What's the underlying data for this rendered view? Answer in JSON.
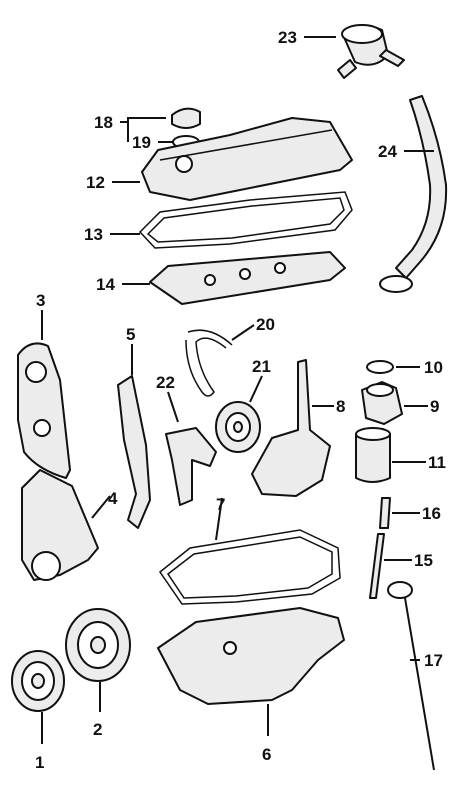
{
  "callouts": [
    {
      "id": "1",
      "label": "1"
    },
    {
      "id": "2",
      "label": "2"
    },
    {
      "id": "3",
      "label": "3"
    },
    {
      "id": "4",
      "label": "4"
    },
    {
      "id": "5",
      "label": "5"
    },
    {
      "id": "6",
      "label": "6"
    },
    {
      "id": "7",
      "label": "7"
    },
    {
      "id": "8",
      "label": "8"
    },
    {
      "id": "9",
      "label": "9"
    },
    {
      "id": "10",
      "label": "10"
    },
    {
      "id": "11",
      "label": "11"
    },
    {
      "id": "12",
      "label": "12"
    },
    {
      "id": "13",
      "label": "13"
    },
    {
      "id": "14",
      "label": "14"
    },
    {
      "id": "15",
      "label": "15"
    },
    {
      "id": "16",
      "label": "16"
    },
    {
      "id": "17",
      "label": "17"
    },
    {
      "id": "18",
      "label": "18"
    },
    {
      "id": "19",
      "label": "19"
    },
    {
      "id": "20",
      "label": "20"
    },
    {
      "id": "21",
      "label": "21"
    },
    {
      "id": "22",
      "label": "22"
    },
    {
      "id": "23",
      "label": "23"
    },
    {
      "id": "24",
      "label": "24"
    }
  ],
  "colors": {
    "ink": "#111111",
    "part_fill": "#ececec",
    "background": "#ffffff"
  }
}
